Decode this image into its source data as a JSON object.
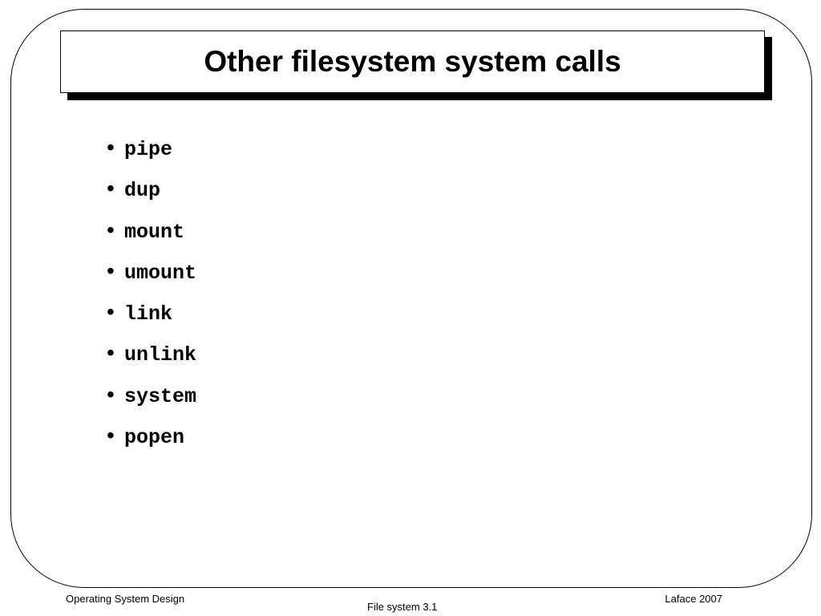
{
  "slide": {
    "title": "Other filesystem system calls",
    "bullet_symbol": "•",
    "items": [
      {
        "label": "pipe"
      },
      {
        "label": "dup"
      },
      {
        "label": "mount"
      },
      {
        "label": "umount"
      },
      {
        "label": "link"
      },
      {
        "label": "unlink"
      },
      {
        "label": "system"
      },
      {
        "label": "popen"
      }
    ]
  },
  "footer": {
    "left": "Operating System Design",
    "center": "File system 3.1",
    "right": "Laface 2007"
  }
}
